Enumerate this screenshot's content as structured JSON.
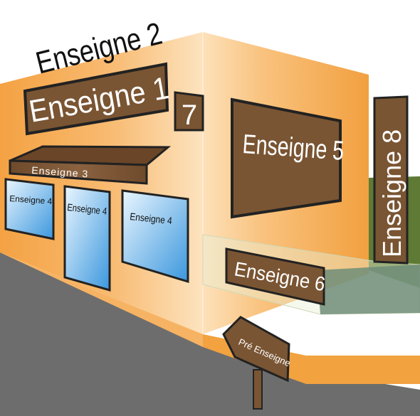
{
  "signs": {
    "s1": "Enseigne 1",
    "s2": "Enseigne 2",
    "s3": "Enseigne 3",
    "s4a": "Enseigne 4",
    "s4b": "Enseigne 4",
    "s4c": "Enseigne 4",
    "s5": "Enseigne 5",
    "s6": "Enseigne 6",
    "s7": "7",
    "s8": "Enseigne 8",
    "pre": "Pré Enseigne"
  },
  "colors": {
    "sign_brown": "#7a5533",
    "sign_border": "#222222",
    "wall_orange": "#f5a94e",
    "wall_light": "#fcd9a8",
    "road": "#6d6d6d",
    "grass": "#5e7a34",
    "glass": "#4aa0e0"
  }
}
